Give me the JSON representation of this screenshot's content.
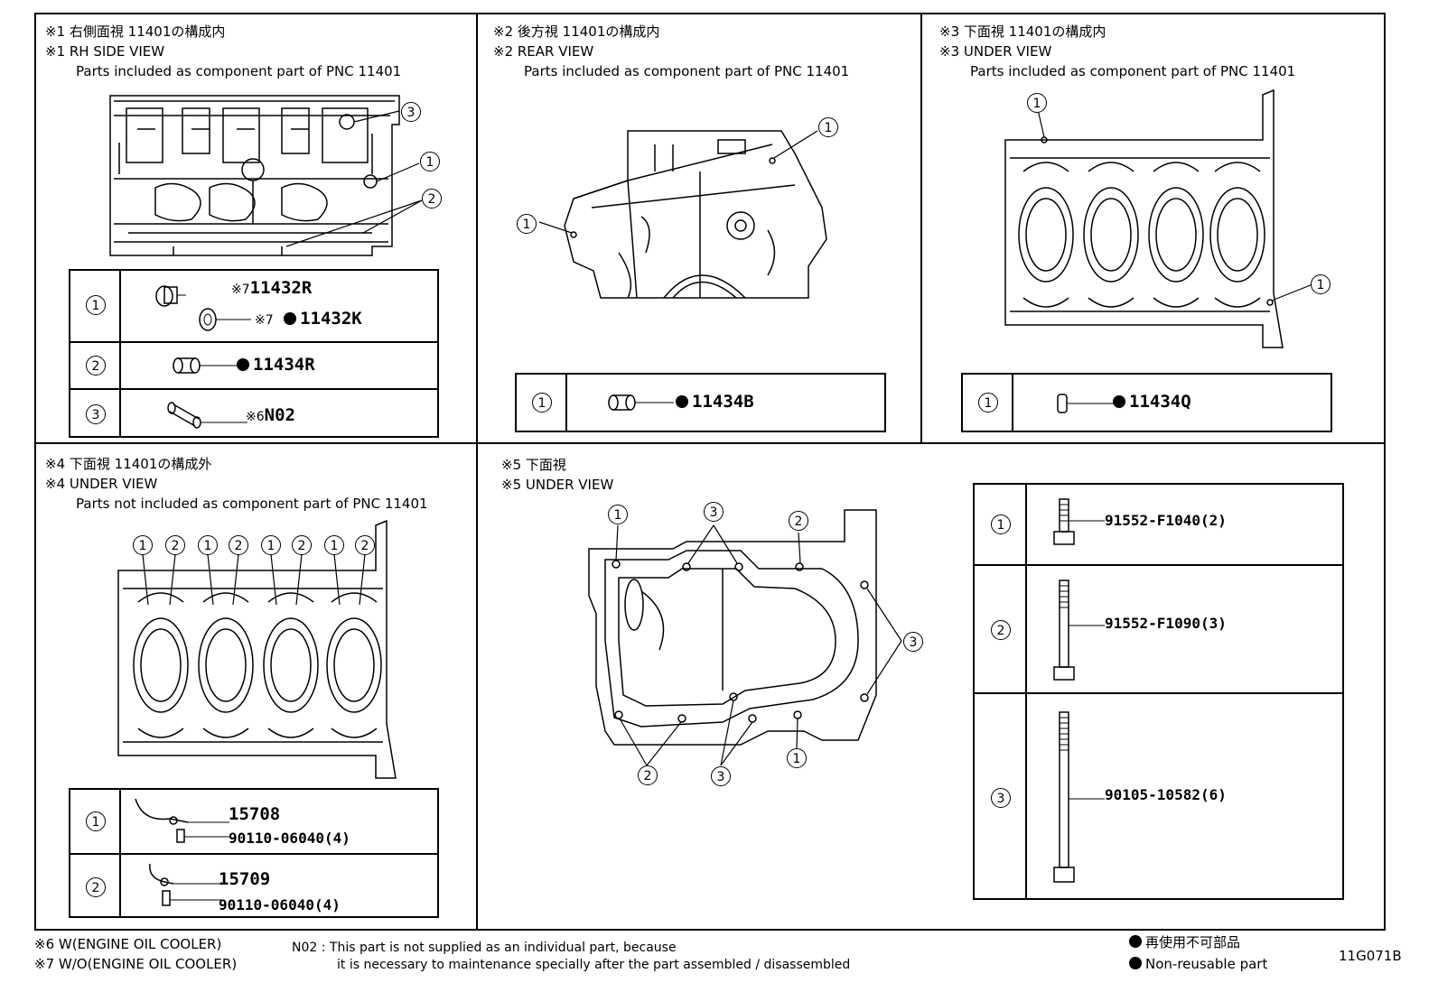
{
  "panels": {
    "p1": {
      "line1": "※1 右側面視 11401の構成内",
      "line2": "※1 RH SIDE VIEW",
      "line3": "Parts included as component part of PNC 11401",
      "rows": [
        {
          "idx": "1",
          "parts": [
            {
              "mark": "※7",
              "dot": false,
              "pn": "11432R"
            },
            {
              "mark": "※7",
              "dot": true,
              "pn": "11432K"
            }
          ]
        },
        {
          "idx": "2",
          "parts": [
            {
              "mark": "",
              "dot": true,
              "pn": "11434R"
            }
          ]
        },
        {
          "idx": "3",
          "parts": [
            {
              "mark": "※6",
              "dot": false,
              "pn": "N02"
            }
          ]
        }
      ]
    },
    "p2": {
      "line1": "※2 後方視 11401の構成内",
      "line2": "※2 REAR VIEW",
      "line3": "Parts included as component part of PNC 11401",
      "rows": [
        {
          "idx": "1",
          "parts": [
            {
              "mark": "",
              "dot": true,
              "pn": "11434B"
            }
          ]
        }
      ]
    },
    "p3": {
      "line1": "※3 下面視 11401の構成内",
      "line2": "※3 UNDER VIEW",
      "line3": "Parts included as component part of PNC 11401",
      "rows": [
        {
          "idx": "1",
          "parts": [
            {
              "mark": "",
              "dot": true,
              "pn": "11434Q"
            }
          ]
        }
      ]
    },
    "p4": {
      "line1": "※4 下面視 11401の構成外",
      "line2": "※4 UNDER VIEW",
      "line3": "Parts not included as component part of PNC 11401",
      "rows": [
        {
          "idx": "1",
          "parts": [
            {
              "pn": "15708"
            },
            {
              "pn": "90110-06040(4)"
            }
          ]
        },
        {
          "idx": "2",
          "parts": [
            {
              "pn": "15709"
            },
            {
              "pn": "90110-06040(4)"
            }
          ]
        }
      ]
    },
    "p5": {
      "line1": "※5 下面視",
      "line2": "※5 UNDER VIEW",
      "rows": [
        {
          "idx": "1",
          "pn": "91552-F1040(2)"
        },
        {
          "idx": "2",
          "pn": "91552-F1090(3)"
        },
        {
          "idx": "3",
          "pn": "90105-10582(6)"
        }
      ]
    }
  },
  "callouts": {
    "c1": "1",
    "c2": "2",
    "c3": "3"
  },
  "footer": {
    "note6": "※6 W(ENGINE OIL COOLER)",
    "note7": "※7 W/O(ENGINE OIL COOLER)",
    "n02_line1": "N02 : This part is not supplied as an individual part, because",
    "n02_line2": "it is necessary to maintenance specially after the part assembled / disassembled",
    "legend_jp": "再使用不可部品",
    "legend_en": "Non-reusable part",
    "code": "11G071B"
  }
}
